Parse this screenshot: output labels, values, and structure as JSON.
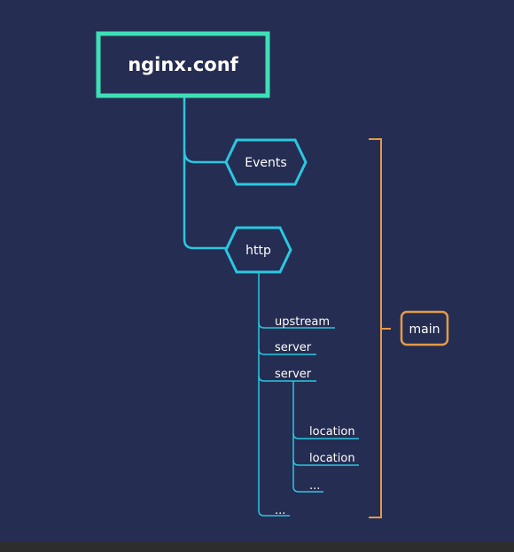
{
  "diagram": {
    "root": {
      "label": "nginx.conf"
    },
    "events": {
      "label": "Events"
    },
    "http": {
      "label": "http"
    },
    "http_children": [
      "upstream",
      "server",
      "server",
      "..."
    ],
    "server_children": [
      "location",
      "location",
      "..."
    ],
    "scope_label": "main"
  },
  "colors": {
    "background": "#252d52",
    "root_border": "#3de0b5",
    "connector": "#29c8e0",
    "bracket": "#e69a45"
  }
}
